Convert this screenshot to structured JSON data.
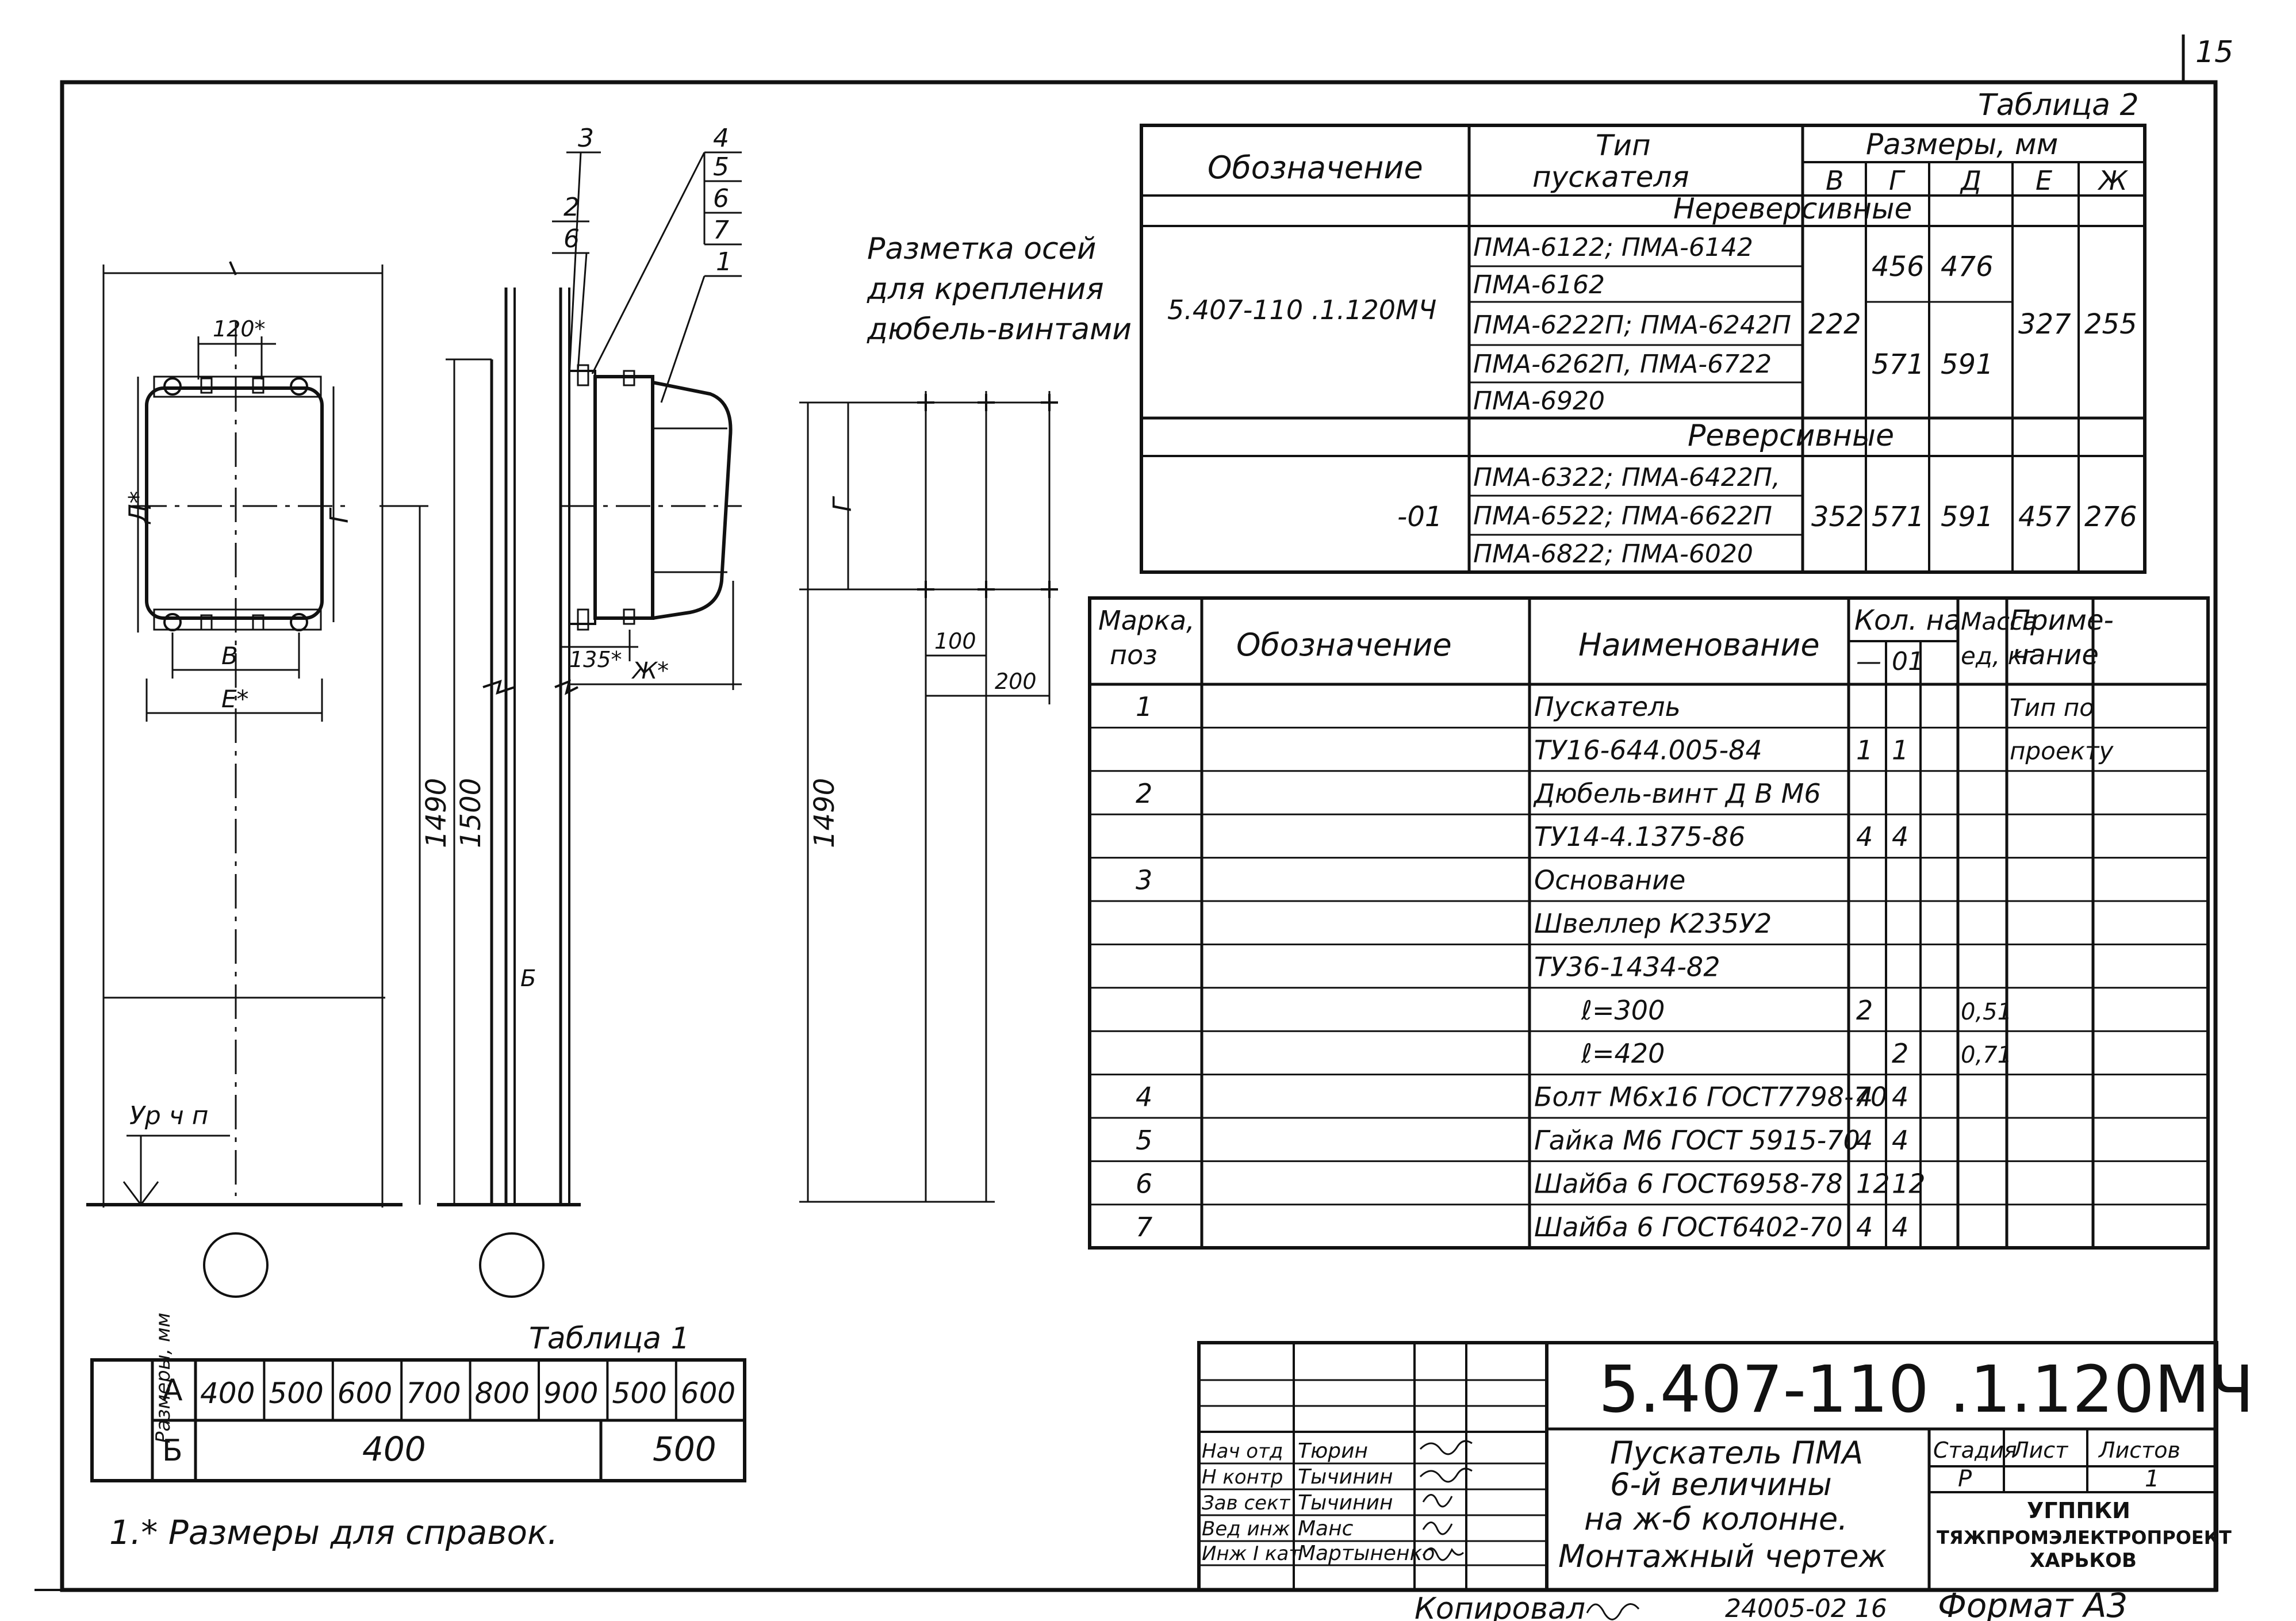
{
  "sheet_number": "15",
  "markup_title": [
    "Разметка осей",
    "для крепления",
    "дюбель-винтами"
  ],
  "dims": {
    "d120": "120*",
    "d": "Д*",
    "g": "Г",
    "v": "В",
    "e": "Е*",
    "h1490": "1490",
    "h1500": "1500",
    "b": "Б",
    "zh": "Ж*",
    "d135": "135*",
    "g2": "Г",
    "d100": "100",
    "d200": "200",
    "h1490b": "1490",
    "floor": "Ур ч п"
  },
  "callouts": [
    "3",
    "2",
    "6",
    "4",
    "5",
    "6",
    "7",
    "1"
  ],
  "table2": {
    "caption": "Таблица 2",
    "h_designation": "Обозначение",
    "h_type": [
      "Тип",
      "пускателя"
    ],
    "h_sizes": "Размеры, мм",
    "size_cols": [
      "В",
      "Г",
      "Д",
      "Е",
      "Ж"
    ],
    "group1": "Нереверсивные",
    "g1_designation": "5.407-110    .1.120МЧ",
    "g1_types": [
      "ПМА-6122; ПМА-6142",
      "ПМА-6162",
      "ПМА-6222П; ПМА-6242П",
      "ПМА-6262П, ПМА-6722",
      "ПМА-6920"
    ],
    "g1_v": "222",
    "g1_g1": "456",
    "g1_d1": "476",
    "g1_g2": "571",
    "g1_d2": "591",
    "g1_e": "327",
    "g1_zh": "255",
    "group2": "Реверсивные",
    "g2_designation": "-01",
    "g2_types": [
      "ПМА-6322; ПМА-6422П,",
      "ПМА-6522; ПМА-6622П",
      "ПМА-6822; ПМА-6020"
    ],
    "g2_v": "352",
    "g2_g": "571",
    "g2_d": "591",
    "g2_e": "457",
    "g2_zh": "276"
  },
  "spec": {
    "h_mark": [
      "Марка,",
      "поз"
    ],
    "h_designation": "Обозначение",
    "h_name": "Наименование",
    "h_qty": "Кол. на",
    "h_qty_cols": [
      "—",
      "01"
    ],
    "h_mass": [
      "Масса",
      "ед, кг"
    ],
    "h_note": [
      "Приме-",
      "чание"
    ],
    "rows": [
      {
        "pos": "1",
        "name": "Пускатель",
        "q1": "",
        "q2": "",
        "mass": "",
        "note": "Тип по"
      },
      {
        "pos": "",
        "name": "ТУ16-644.005-84",
        "q1": "1",
        "q2": "1",
        "mass": "",
        "note": "проекту"
      },
      {
        "pos": "2",
        "name": "Дюбель-винт Д В М6",
        "q1": "",
        "q2": "",
        "mass": "",
        "note": ""
      },
      {
        "pos": "",
        "name": "ТУ14-4.1375-86",
        "q1": "4",
        "q2": "4",
        "mass": "",
        "note": ""
      },
      {
        "pos": "3",
        "name": "Основание",
        "q1": "",
        "q2": "",
        "mass": "",
        "note": ""
      },
      {
        "pos": "",
        "name": "Швеллер К235У2",
        "q1": "",
        "q2": "",
        "mass": "",
        "note": ""
      },
      {
        "pos": "",
        "name": "ТУ36-1434-82",
        "q1": "",
        "q2": "",
        "mass": "",
        "note": ""
      },
      {
        "pos": "",
        "name": "ℓ=300",
        "q1": "2",
        "q2": "",
        "mass": "0,51",
        "note": ""
      },
      {
        "pos": "",
        "name": "ℓ=420",
        "q1": "",
        "q2": "2",
        "mass": "0,71",
        "note": ""
      },
      {
        "pos": "4",
        "name": "Болт М6х16 ГОСТ7798-70",
        "q1": "4",
        "q2": "4",
        "mass": "",
        "note": ""
      },
      {
        "pos": "5",
        "name": "Гайка М6 ГОСТ 5915-70",
        "q1": "4",
        "q2": "4",
        "mass": "",
        "note": ""
      },
      {
        "pos": "6",
        "name": "Шайба 6 ГОСТ6958-78",
        "q1": "12",
        "q2": "12",
        "mass": "",
        "note": ""
      },
      {
        "pos": "7",
        "name": "Шайба 6 ГОСТ6402-70",
        "q1": "4",
        "q2": "4",
        "mass": "",
        "note": ""
      }
    ]
  },
  "table1": {
    "caption": "Таблица 1",
    "side_label": "Размеры, мм",
    "row_a_label": "А",
    "row_a": [
      "400",
      "500",
      "600",
      "700",
      "800",
      "900",
      "500",
      "600"
    ],
    "row_b_label": "Б",
    "row_b": [
      "400",
      "500"
    ]
  },
  "footnote": "1.* Размеры для справок.",
  "title_block": {
    "code": "5.407-110 .1.120МЧ",
    "roles": [
      "Нач отд",
      "Н контр",
      "Зав сект",
      "Вед инж",
      "Инж I кат"
    ],
    "names": [
      "Тюрин",
      "Тычинин",
      "Тычинин",
      "Манс",
      "Мартыненко"
    ],
    "title": [
      "Пускатель ПМА",
      "6-й величины",
      "на ж-б колонне.",
      "Монтажный чертеж"
    ],
    "h_stage": "Стадия",
    "h_sheet": "Лист",
    "h_sheets": "Листов",
    "stage": "Р",
    "sheets": "1",
    "org": [
      "УГППКИ",
      "ТЯЖПРОМЭЛЕКТРОПРОЕКТ",
      "ХАРЬКОВ"
    ],
    "copied": "Копировал",
    "order": "24005-02 16",
    "format": "Формат А3"
  }
}
